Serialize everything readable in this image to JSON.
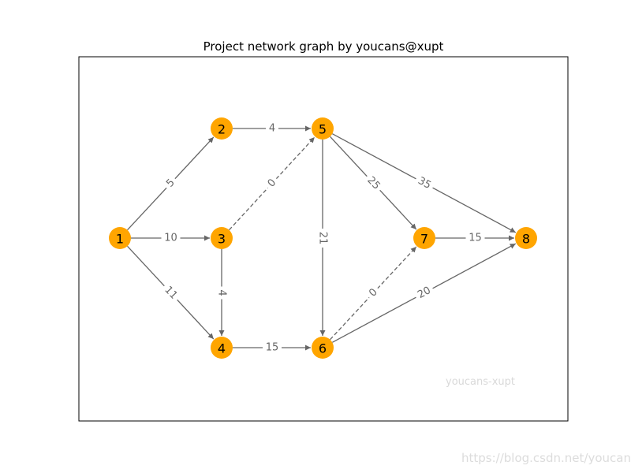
{
  "title": "Project network graph by youcans@xupt",
  "colors": {
    "node": "#FFA500",
    "edge": "#666666",
    "frame": "#000000",
    "label_bg": "#ffffff"
  },
  "nodes": [
    {
      "id": "1",
      "label": "1"
    },
    {
      "id": "2",
      "label": "2"
    },
    {
      "id": "3",
      "label": "3"
    },
    {
      "id": "4",
      "label": "4"
    },
    {
      "id": "5",
      "label": "5"
    },
    {
      "id": "6",
      "label": "6"
    },
    {
      "id": "7",
      "label": "7"
    },
    {
      "id": "8",
      "label": "8"
    }
  ],
  "edges": [
    {
      "from": "1",
      "to": "2",
      "weight": "5",
      "dashed": false
    },
    {
      "from": "1",
      "to": "3",
      "weight": "10",
      "dashed": false
    },
    {
      "from": "1",
      "to": "4",
      "weight": "11",
      "dashed": false
    },
    {
      "from": "2",
      "to": "5",
      "weight": "4",
      "dashed": false
    },
    {
      "from": "3",
      "to": "4",
      "weight": "4",
      "dashed": false
    },
    {
      "from": "3",
      "to": "5",
      "weight": "0",
      "dashed": true
    },
    {
      "from": "4",
      "to": "6",
      "weight": "15",
      "dashed": false
    },
    {
      "from": "5",
      "to": "6",
      "weight": "21",
      "dashed": false
    },
    {
      "from": "5",
      "to": "7",
      "weight": "25",
      "dashed": false
    },
    {
      "from": "5",
      "to": "8",
      "weight": "35",
      "dashed": false
    },
    {
      "from": "6",
      "to": "7",
      "weight": "0",
      "dashed": true
    },
    {
      "from": "6",
      "to": "8",
      "weight": "20",
      "dashed": false
    },
    {
      "from": "7",
      "to": "8",
      "weight": "15",
      "dashed": false
    }
  ],
  "watermark_inner": "youcans-xupt",
  "watermark_corner": "https://blog.csdn.net/youcans"
}
